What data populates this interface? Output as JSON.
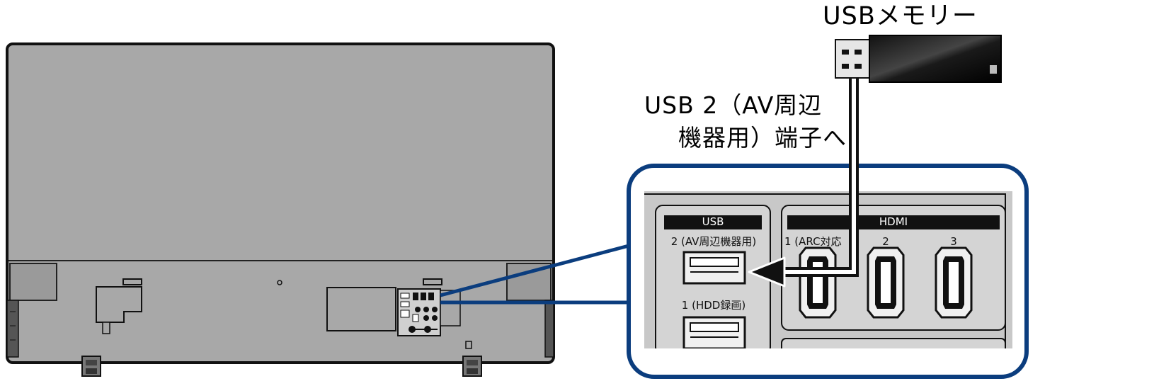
{
  "labels": {
    "usb_memory": "USBメモリー",
    "usb_port_line1": "USB 2（AV周辺",
    "usb_port_line2": "機器用）端子へ"
  },
  "panel": {
    "usb_header": "USB",
    "usb2_label": "2 (AV周辺機器用)",
    "usb1_label": "1 (HDD録画)",
    "hdmi_header": "HDMI",
    "hdmi_ports": [
      "1 (ARC対応",
      "2",
      "3"
    ]
  },
  "colors": {
    "callout_border": "#0b3d7e",
    "tv_body": "#a8a8a8",
    "panel_bg": "#c8c8c8",
    "header_bar": "#111111"
  }
}
